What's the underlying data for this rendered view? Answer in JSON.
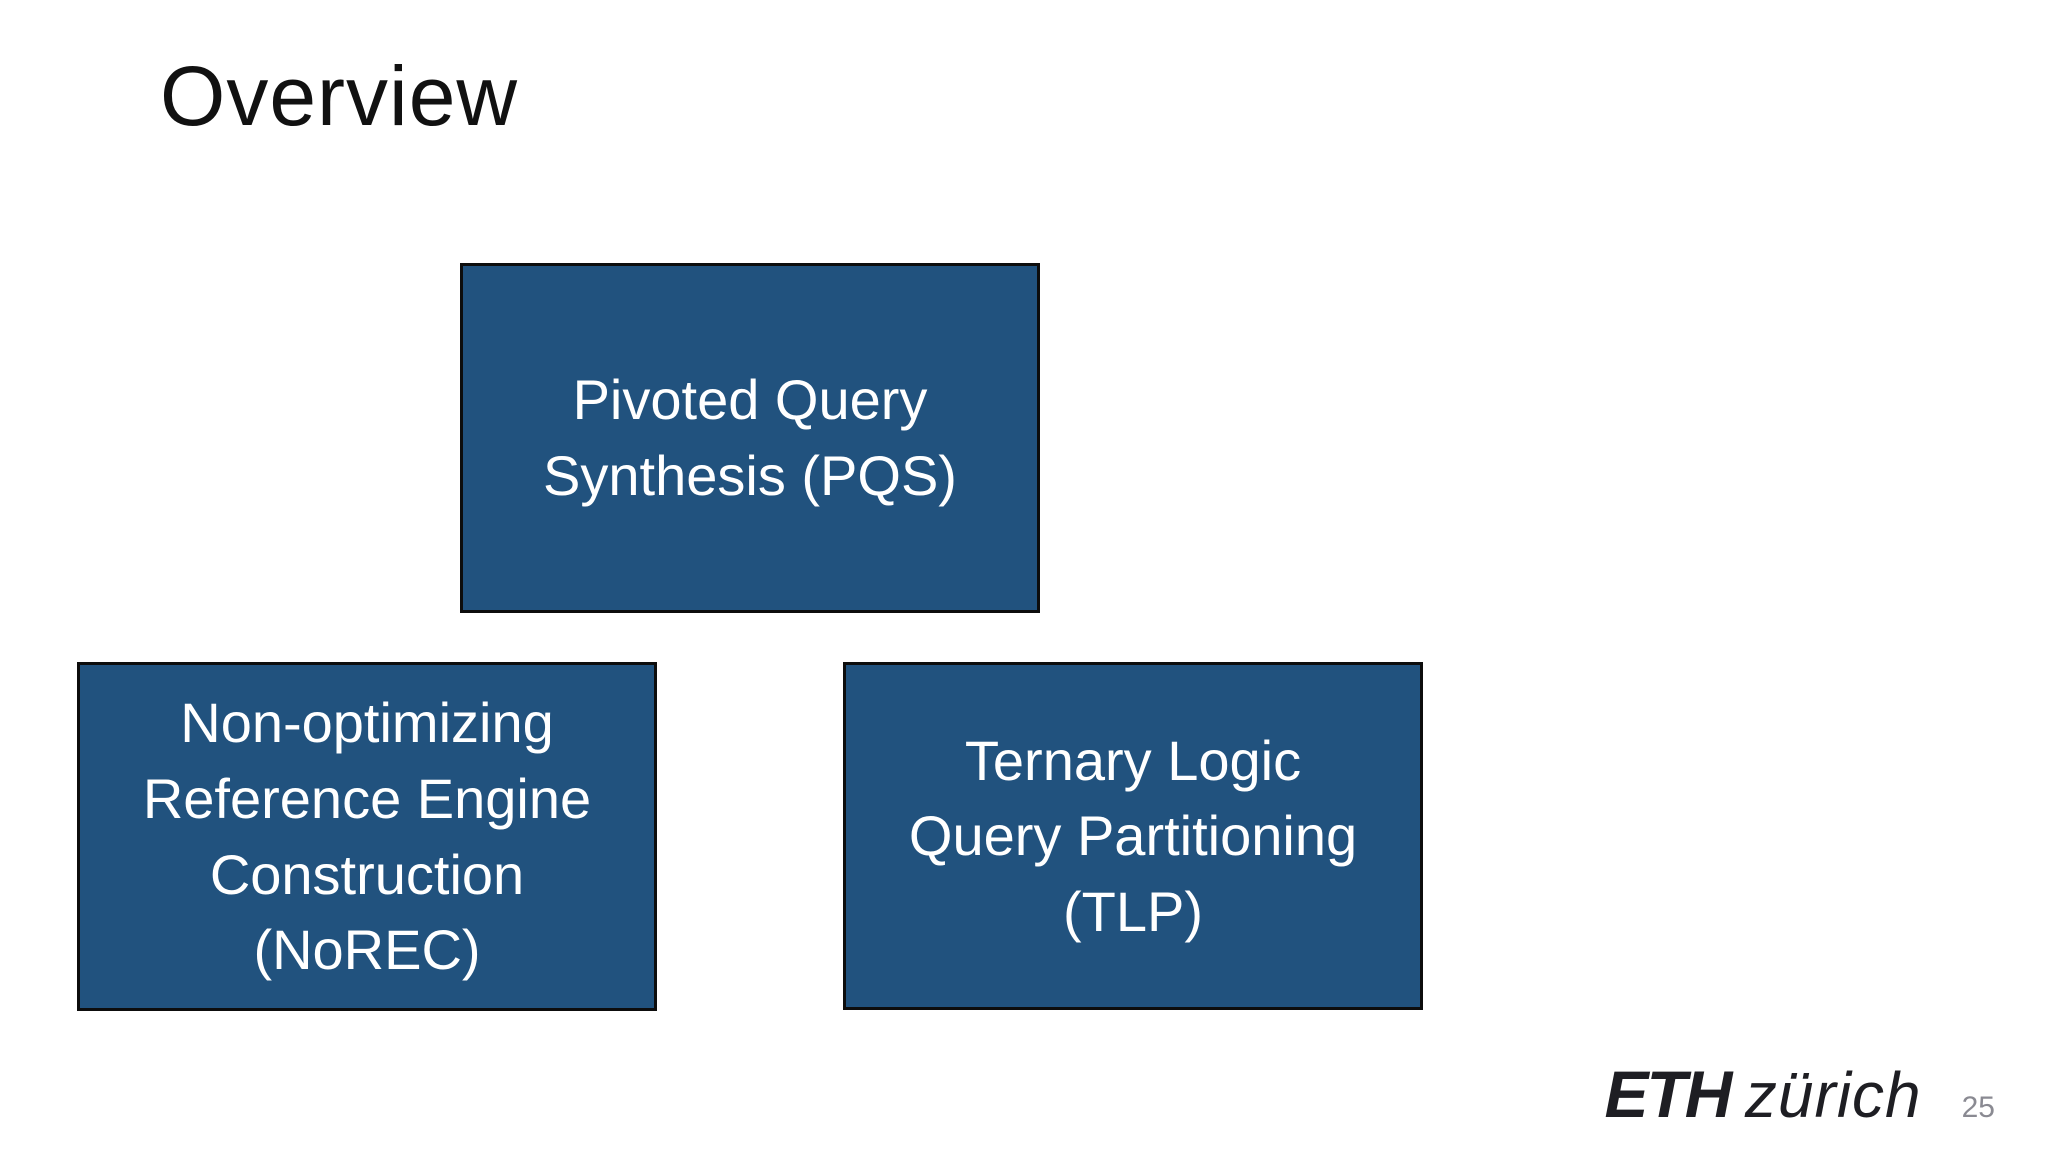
{
  "slide": {
    "title": "Overview",
    "boxes": [
      {
        "name": "pqs",
        "lines": [
          "Pivoted Query",
          "Synthesis (PQS)"
        ]
      },
      {
        "name": "norec",
        "lines": [
          "Non-optimizing",
          "Reference Engine",
          "Construction",
          "(NoREC)"
        ]
      },
      {
        "name": "tlp",
        "lines": [
          "Ternary Logic",
          "Query Partitioning",
          "(TLP)"
        ]
      }
    ],
    "footer": {
      "logo_bold": "ETH",
      "logo_regular": "zürich",
      "page_number": "25"
    },
    "colors": {
      "background": "#ffffff",
      "box_fill": "#21527e",
      "box_border": "#0d0d0d",
      "box_text": "#ffffff",
      "title_text": "#111111",
      "logo_text": "#1e1e23",
      "page_number": "#8a8a92"
    }
  }
}
